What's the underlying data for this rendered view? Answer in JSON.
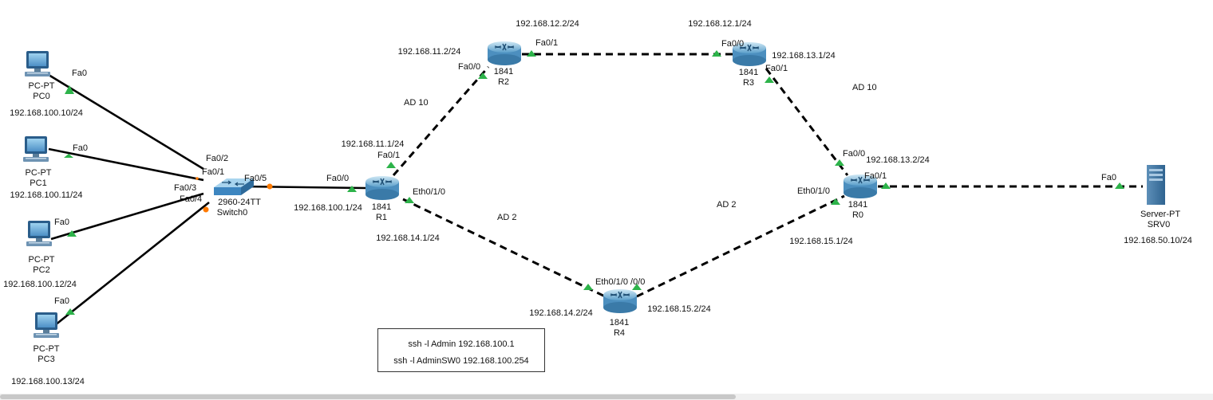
{
  "devices": {
    "pc0": {
      "model": "PC-PT",
      "name": "PC0",
      "ip": "192.168.100.10/24",
      "port": "Fa0"
    },
    "pc1": {
      "model": "PC-PT",
      "name": "PC1",
      "ip": "192.168.100.11/24",
      "port": "Fa0"
    },
    "pc2": {
      "model": "PC-PT",
      "name": "PC2",
      "ip": "192.168.100.12/24",
      "port": "Fa0"
    },
    "pc3": {
      "model": "PC-PT",
      "name": "PC3",
      "ip": "192.168.100.13/24",
      "port": "Fa0"
    },
    "switch0": {
      "model": "2960-24TT",
      "name": "Switch0",
      "ports": [
        "Fa0/2",
        "Fa0/1",
        "Fa0/3",
        "Fa0/4",
        "Fa0/5"
      ]
    },
    "r1": {
      "model": "1841",
      "name": "R1",
      "ip_lan": "192.168.100.1/24",
      "ip_r2": "192.168.11.1/24",
      "ip_r4": "192.168.14.1/24",
      "port_lan": "Fa0/0",
      "port_r2": "Fa0/1",
      "port_r4": "Eth0/1/0"
    },
    "r2": {
      "model": "1841",
      "name": "R2",
      "ip_r1": "192.168.11.2/24",
      "ip_r3": "192.168.12.2/24",
      "port_r1": "Fa0/0",
      "port_r3": "Fa0/1"
    },
    "r3": {
      "model": "1841",
      "name": "R3",
      "ip_r2": "192.168.12.1/24",
      "ip_r0": "192.168.13.1/24",
      "port_r2": "Fa0/0",
      "port_r0": "Fa0/1"
    },
    "r0": {
      "model": "1841",
      "name": "R0",
      "ip_r3": "192.168.13.2/24",
      "ip_r4": "192.168.15.1/24",
      "port_r3": "Fa0/0",
      "port_r4": "Eth0/1/0",
      "port_srv": "Fa0/1"
    },
    "r4": {
      "model": "1841",
      "name": "R4",
      "ip_r1": "192.168.14.2/24",
      "ip_r0": "192.168.15.2/24",
      "ports": "Eth0/1/0 /0/0"
    },
    "srv0": {
      "model": "Server-PT",
      "name": "SRV0",
      "ip": "192.168.50.10/24",
      "port": "Fa0"
    }
  },
  "annotations": {
    "ad_upper": "AD 10",
    "ad_upper_right": "AD 10",
    "ad_lower": "AD 2",
    "ad_lower_right": "AD 2"
  },
  "note": {
    "line1": "ssh -l Admin 192.168.100.1",
    "line2": "ssh -l AdminSW0 192.168.100.254"
  },
  "colors": {
    "link_up": "#2db34a",
    "link_down": "#ff7a00",
    "device_blue": "#3d86c0"
  }
}
